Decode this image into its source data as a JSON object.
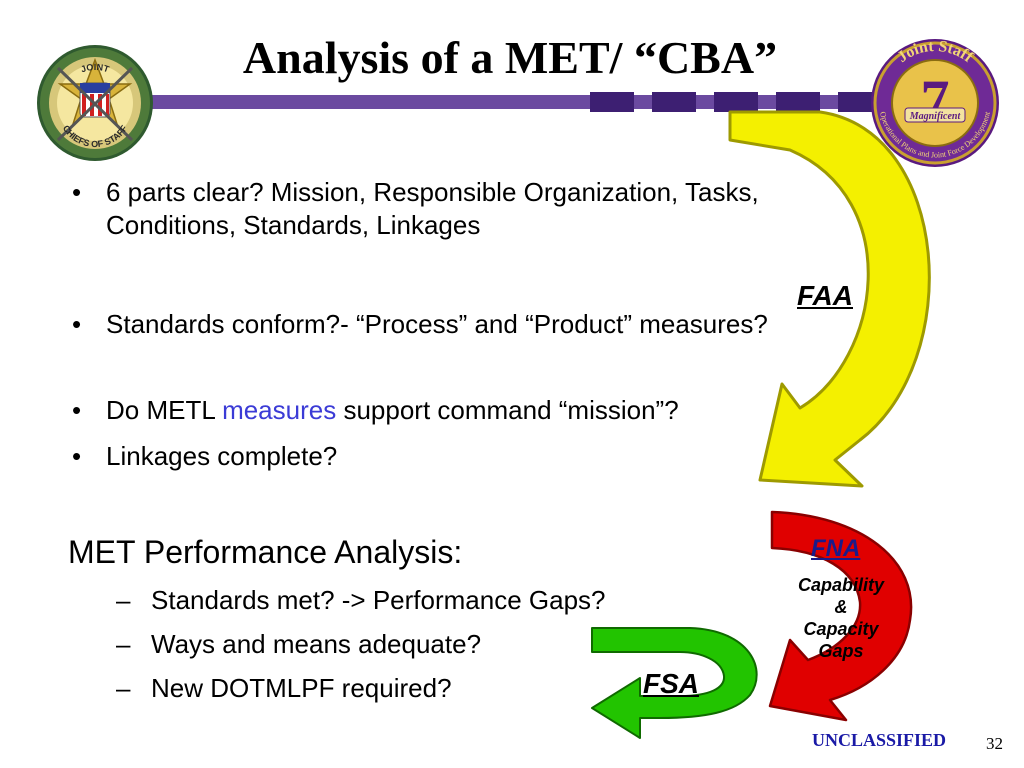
{
  "title": "Analysis of a MET/ “CBA”",
  "colors": {
    "stripe": "#6b4aa0",
    "stripe_blocks": "#3d1f72",
    "faa_arrow": "#f4f000",
    "fna_arrow": "#e00000",
    "fsa_arrow": "#22c400",
    "accent_text": "#3b3bd6",
    "footer": "#1a1aa6"
  },
  "left_seal": {
    "top_text": "JOINT",
    "bottom_text": "CHIEFS OF STAFF"
  },
  "right_seal": {
    "top_text": "Joint Staff",
    "ring_text": "Operational Plans and Joint Force Development",
    "number": "7",
    "banner": "Magnificent"
  },
  "bullets": {
    "b1_line1": "6 parts clear? Mission, Responsible Organization, Tasks,",
    "b1_line2": "Conditions, Standards, Linkages",
    "b2": "Standards conform?- “Process” and “Product” measures?",
    "b3_pre": "Do METL ",
    "b3_accent": "measures",
    "b3_post": " support command “mission”?",
    "b4": "Linkages complete?"
  },
  "performance": {
    "heading": "MET Performance Analysis:",
    "items": [
      "Standards met? -> Performance Gaps?",
      "Ways and means adequate?",
      "New DOTMLPF required?"
    ]
  },
  "arrows": {
    "faa": "FAA",
    "fna": "FNA",
    "fna_sub": [
      "Capability",
      "&",
      "Capacity",
      "Gaps"
    ],
    "fsa": "FSA"
  },
  "footer": {
    "classification": "UNCLASSIFIED",
    "page": "32"
  }
}
